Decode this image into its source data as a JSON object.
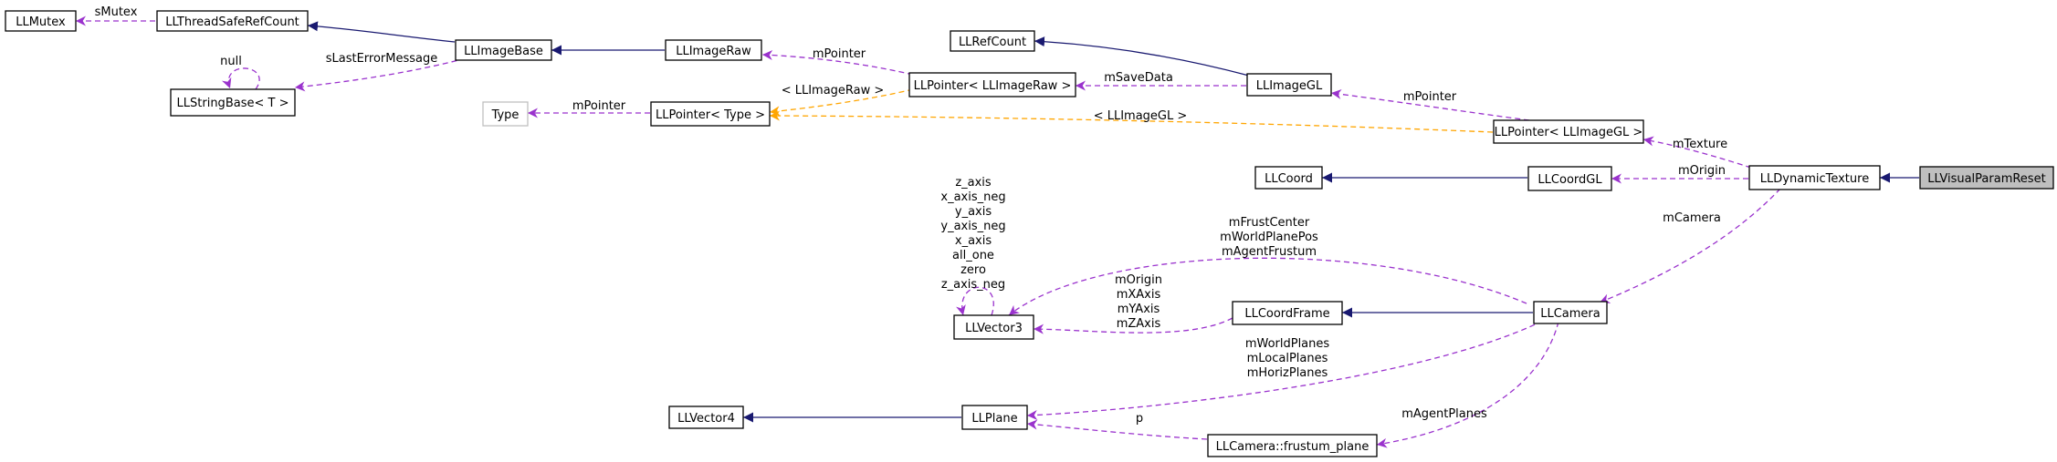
{
  "colors": {
    "inherit": "#191970",
    "usage": "#9a32cd",
    "template": "#ffa500",
    "node_border": "#000000",
    "muted_border": "#bfbfbf",
    "focus_fill": "#bfbfbf"
  },
  "nodes": {
    "llmutex": "LLMutex",
    "llthreadsaferefcount": "LLThreadSafeRefCount",
    "llimagebase": "LLImageBase",
    "llimageraw": "LLImageRaw",
    "llrefcount": "LLRefCount",
    "llstringbase": "LLStringBase< T >",
    "llpointer_imageraw": "LLPointer< LLImageRaw >",
    "llimagegl": "LLImageGL",
    "type": "Type",
    "llpointer_type": "LLPointer< Type >",
    "llpointer_imagegl": "LLPointer< LLImageGL >",
    "llcoord": "LLCoord",
    "llcoordgl": "LLCoordGL",
    "lldynamictexture": "LLDynamicTexture",
    "llvisualparamreset": "LLVisualParamReset",
    "llvector3": "LLVector3",
    "llcoordframe": "LLCoordFrame",
    "llcamera": "LLCamera",
    "llvector4": "LLVector4",
    "llplane": "LLPlane",
    "frustum_plane": "LLCamera::frustum_plane"
  },
  "edge_labels": {
    "smutex": "sMutex",
    "slasterrormessage": "sLastErrorMessage",
    "null": "null",
    "mpointer_raw": "mPointer",
    "llimageraw_tmpl": "< LLImageRaw >",
    "mpointer_type": "mPointer",
    "msavedata": "mSaveData",
    "mpointer_gl": "mPointer",
    "llimagegl_tmpl": "< LLImageGL >",
    "mtexture": "mTexture",
    "morigin_coord": "mOrigin",
    "mcamera": "mCamera",
    "vector3_consts": [
      "z_axis",
      "x_axis_neg",
      "y_axis",
      "y_axis_neg",
      "x_axis",
      "all_one",
      "zero",
      "z_axis_neg"
    ],
    "camera_vector3": [
      "mFrustCenter",
      "mWorldPlanePos",
      "mAgentFrustum"
    ],
    "coordframe_vector3": [
      "mOrigin",
      "mXAxis",
      "mYAxis",
      "mZAxis"
    ],
    "camera_planes": [
      "mWorldPlanes",
      "mLocalPlanes",
      "mHorizPlanes"
    ],
    "p": "p",
    "magentplanes": "mAgentPlanes"
  }
}
